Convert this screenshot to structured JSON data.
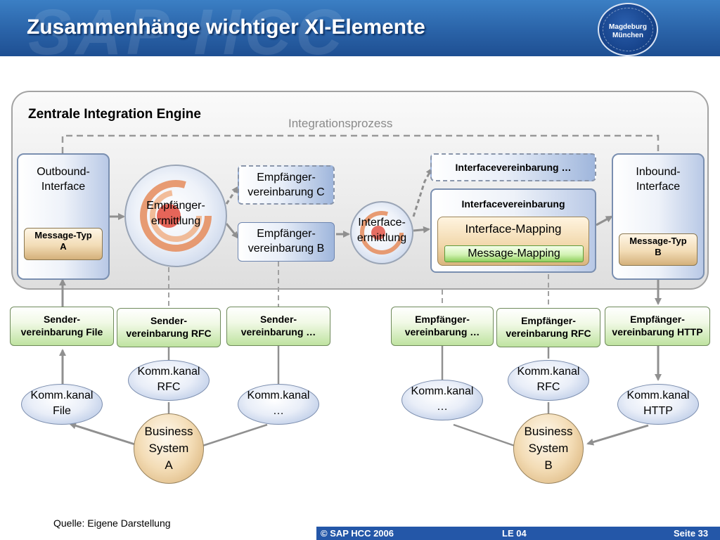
{
  "header": {
    "title": "Zusammenhänge wichtiger XI-Elemente",
    "watermark": "SAP HCC",
    "logo": {
      "line1": "Magdeburg",
      "line2": "München"
    }
  },
  "engine": {
    "title": "Zentrale Integration Engine",
    "process_label": "Integrationsprozess"
  },
  "outbound": {
    "line1": "Outbound-",
    "line2": "Interface",
    "msg_line1": "Message-Typ",
    "msg_line2": "A"
  },
  "inbound": {
    "line1": "Inbound-",
    "line2": "Interface",
    "msg_line1": "Message-Typ",
    "msg_line2": "B"
  },
  "receiver_det": {
    "line1": "Empfänger-",
    "line2": "ermittlung"
  },
  "receiver_agreement_c": {
    "line1": "Empfänger-",
    "line2": "vereinbarung C"
  },
  "receiver_agreement_b": {
    "line1": "Empfänger-",
    "line2": "vereinbarung B"
  },
  "interface_det": {
    "line1": "Interface-",
    "line2": "ermittlung"
  },
  "interface_agreement_dashed": "Interfacevereinbarung …",
  "interface_agreement": {
    "title": "Interfacevereinbarung",
    "interface_mapping": "Interface-Mapping",
    "message_mapping": "Message-Mapping"
  },
  "sender_agreements": [
    {
      "line1": "Sender-",
      "line2": "vereinbarung File"
    },
    {
      "line1": "Sender-",
      "line2": "vereinbarung RFC"
    },
    {
      "line1": "Sender-",
      "line2": "vereinbarung …"
    }
  ],
  "receiver_agreements_bottom": [
    {
      "line1": "Empfänger-",
      "line2": "vereinbarung …"
    },
    {
      "line1": "Empfänger-",
      "line2": "vereinbarung RFC"
    },
    {
      "line1": "Empfänger-",
      "line2": "vereinbarung HTTP"
    }
  ],
  "channels": {
    "a_file": {
      "line1": "Komm.kanal",
      "line2": "File"
    },
    "a_rfc": {
      "line1": "Komm.kanal",
      "line2": "RFC"
    },
    "a_more": {
      "line1": "Komm.kanal",
      "line2": "…"
    },
    "b_more": {
      "line1": "Komm.kanal",
      "line2": "…"
    },
    "b_rfc": {
      "line1": "Komm.kanal",
      "line2": "RFC"
    },
    "b_http": {
      "line1": "Komm.kanal",
      "line2": "HTTP"
    }
  },
  "business_systems": {
    "a": {
      "line1": "Business",
      "line2": "System",
      "line3": "A"
    },
    "b": {
      "line1": "Business",
      "line2": "System",
      "line3": "B"
    }
  },
  "source": "Quelle: Eigene Darstellung",
  "footer": {
    "copyright": "© SAP HCC 2006",
    "unit": "LE 04",
    "page": "Seite 33"
  },
  "colors": {
    "header_blue": "#2a63a8",
    "footer_blue": "#2457a8",
    "agreement_green": "#bfe3a0",
    "interface_blue": "#b9c9e6",
    "system_orange": "#d4aa6e",
    "arrow_gray": "#909090"
  }
}
